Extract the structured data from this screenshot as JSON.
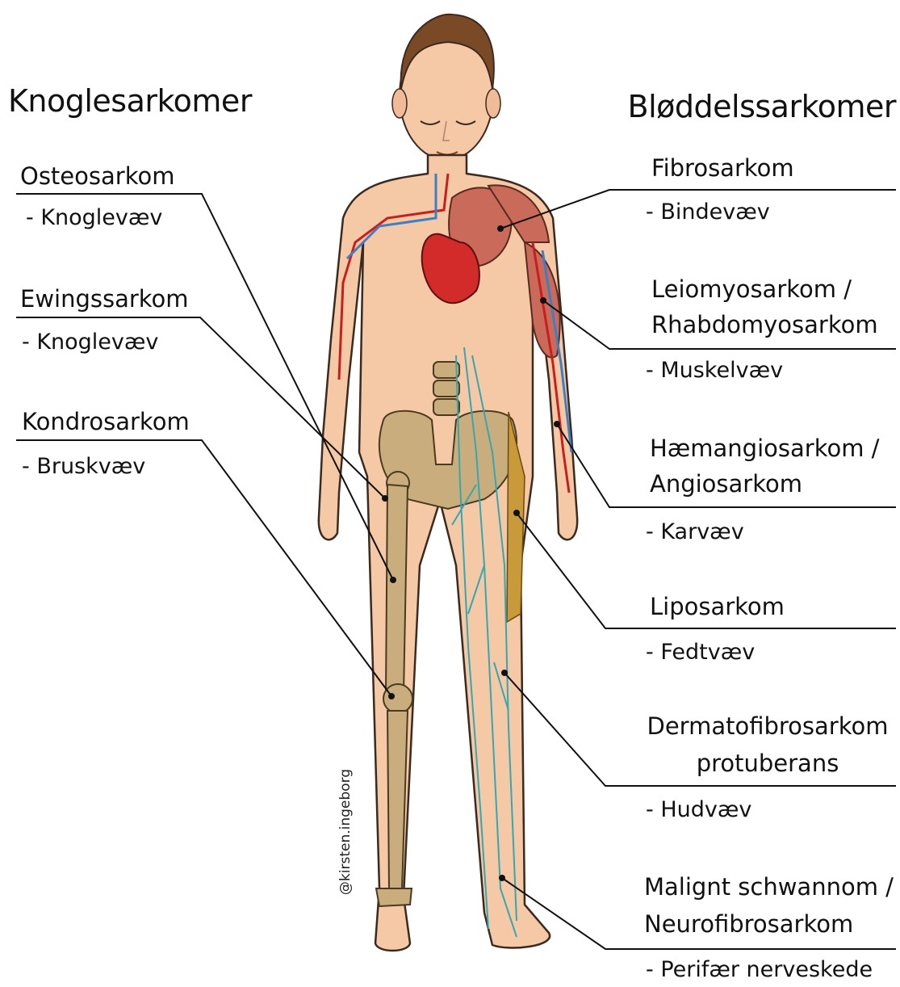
{
  "headers": {
    "left": "Knoglesarkomer",
    "right": "Bløddelssarkomer"
  },
  "bone_sarcomas": [
    {
      "name": "Osteosarkom",
      "tissue": "- Knoglevæv"
    },
    {
      "name": "Ewingssarkom",
      "tissue": "- Knoglevæv"
    },
    {
      "name": "Kondrosarkom",
      "tissue": "- Bruskvæv"
    }
  ],
  "soft_tissue_sarcomas": [
    {
      "name_lines": [
        "Fibrosarkom"
      ],
      "tissue": "- Bindevæv"
    },
    {
      "name_lines": [
        "Leiomyosarkom /",
        "Rhabdomyosarkom"
      ],
      "tissue": "- Muskelvæv"
    },
    {
      "name_lines": [
        "Hæmangiosarkom /",
        "Angiosarkom"
      ],
      "tissue": "- Karvæv"
    },
    {
      "name_lines": [
        "Liposarkom"
      ],
      "tissue": "- Fedtvæv"
    },
    {
      "name_lines": [
        "Dermatofibrosarkom",
        "protuberans"
      ],
      "tissue": "- Hudvæv"
    },
    {
      "name_lines": [
        "Malignt schwannom /",
        "Neurofibrosarkom"
      ],
      "tissue": "- Perifær nerveskede"
    }
  ],
  "credit": "@kirsten.ingeborg",
  "colors": {
    "skin": "#f5c8a6",
    "skin_outline": "#3a2a20",
    "hair": "#7a4a26",
    "bone": "#c9ad7d",
    "muscle": "#c96a5a",
    "heart": "#d32a2a",
    "artery": "#c81e1e",
    "vein": "#3d7fc4",
    "nerve": "#34a7b4",
    "fat": "#c99a3a"
  }
}
